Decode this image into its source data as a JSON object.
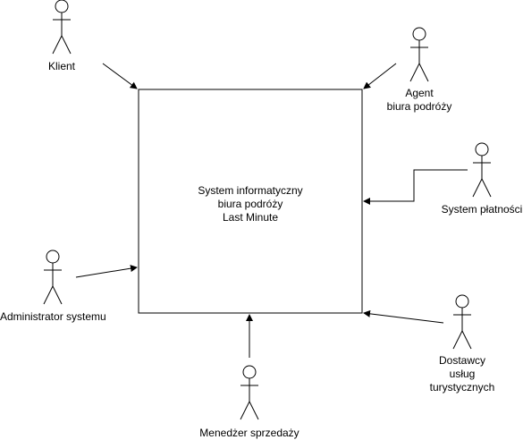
{
  "system": {
    "lines": [
      "System informatyczny",
      "biura podróży",
      "Last Minute"
    ]
  },
  "actors": {
    "klient": {
      "lines": [
        "Klient"
      ]
    },
    "agent": {
      "lines": [
        "Agent",
        "biura podróży"
      ]
    },
    "platnosci": {
      "lines": [
        "System płatności"
      ]
    },
    "admin": {
      "lines": [
        "Administrator systemu"
      ]
    },
    "menedzer": {
      "lines": [
        "Menedżer sprzedaży"
      ]
    },
    "dostawcy": {
      "lines": [
        "Dostawcy",
        "usług",
        "turystycznych"
      ]
    }
  },
  "colors": {
    "stroke": "#000000",
    "arrow": "#000000"
  }
}
